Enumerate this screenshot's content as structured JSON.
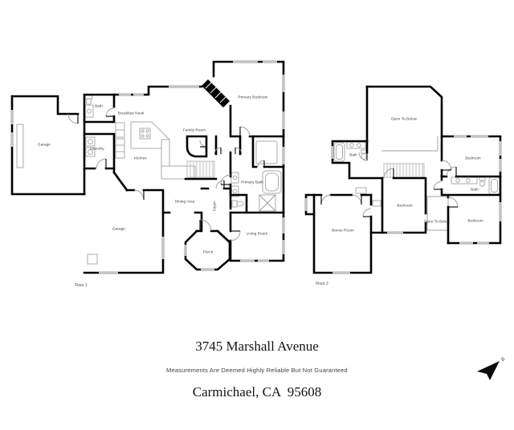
{
  "address": {
    "line1": "3745 Marshall Avenue",
    "line2": "Carmichael, CA  95608"
  },
  "disclaimer": "Measurements Are Deemed Highly Reliable But Not Guaranteed",
  "floor1": {
    "caption": "Floor 1",
    "rooms": {
      "garage_left": "Garage",
      "bath": "Bath",
      "breakfast_nook": "Breakfast Nook",
      "laundry": "Laundry",
      "kitchen": "Kitchen",
      "family_room": "Family Room",
      "primary_bedroom": "Primary Bedroom",
      "primary_bath": "Primary Bath",
      "dining_area": "Dining Area",
      "foyer": "Foyer",
      "garage_lower": "Garage",
      "living_room": "Living Room",
      "porch": "Porch"
    }
  },
  "floor2": {
    "caption": "Floor 2",
    "rooms": {
      "open_to_below": "Open To Below",
      "bath_left": "Bath",
      "bedroom_ne": "Bedroom",
      "bath_right": "Bath",
      "bedroom_se": "Bedroom",
      "bedroom_mid": "Bedroom",
      "open_to_below_small": "Open To Below",
      "bonus_room": "Bonus Room"
    }
  },
  "icons": {
    "north_arrow": "north-arrow",
    "north_arrow_glyph": "N"
  },
  "colors": {
    "walls": "#000000",
    "windows": "#c3c3c3",
    "fixtures": "#ababab",
    "text": "#3a3a3a"
  }
}
